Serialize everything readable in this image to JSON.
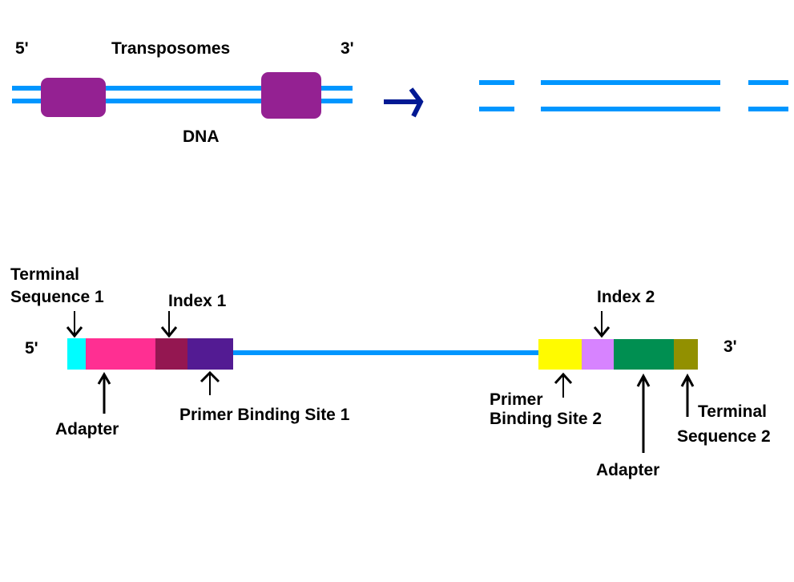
{
  "top": {
    "five_prime": "5'",
    "three_prime": "3'",
    "transposomes_label": "Transposomes",
    "dna_label": "DNA"
  },
  "bottom": {
    "five_prime": "5'",
    "three_prime": "3'",
    "labels": {
      "terminal_seq_1_line1": "Terminal",
      "terminal_seq_1_line2": "Sequence 1",
      "index_1": "Index 1",
      "adapter_1": "Adapter",
      "primer_site_1": "Primer Binding Site 1",
      "index_2": "Index 2",
      "primer_site_2_line1": "Primer",
      "primer_site_2_line2": "Binding Site 2",
      "adapter_2": "Adapter",
      "terminal_seq_2_line1": "Terminal",
      "terminal_seq_2_line2": "Sequence 2"
    }
  },
  "colors": {
    "dna": "#0096ff",
    "transposome": "#942192",
    "arrow": "#011993",
    "terminal_seq_1": "#00fdff",
    "adapter_1": "#ff2f92",
    "index_1": "#941751",
    "primer_site_1": "#531b93",
    "primer_site_2": "#fffb00",
    "index_2": "#d783ff",
    "adapter_2": "#008f51",
    "terminal_seq_2": "#929000",
    "pointer": "#000000"
  }
}
